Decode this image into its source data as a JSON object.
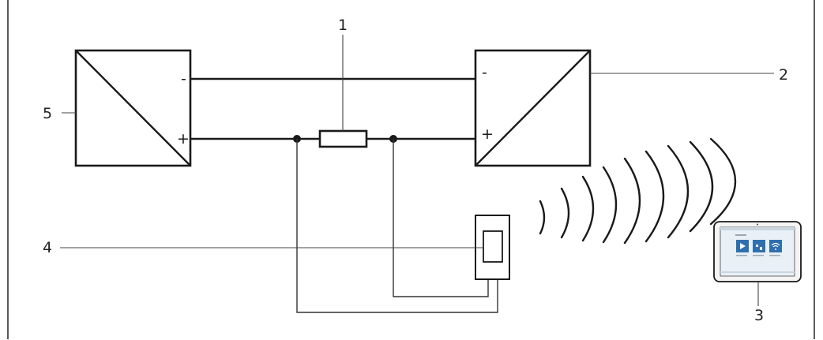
{
  "diagram": {
    "callouts": {
      "resistor": "1",
      "transmitter": "2",
      "tablet": "3",
      "modem": "4",
      "supply": "5"
    },
    "signs": {
      "supply_negative": "-",
      "supply_positive": "+",
      "transmitter_negative": "-",
      "transmitter_positive": "+"
    },
    "colors": {
      "line": "#1a1a1a",
      "tablet_screen": "#e9f0f6",
      "tablet_icon": "#2f6fae"
    },
    "tablet_icons": [
      "play-icon",
      "device-icon",
      "wifi-icon"
    ]
  }
}
